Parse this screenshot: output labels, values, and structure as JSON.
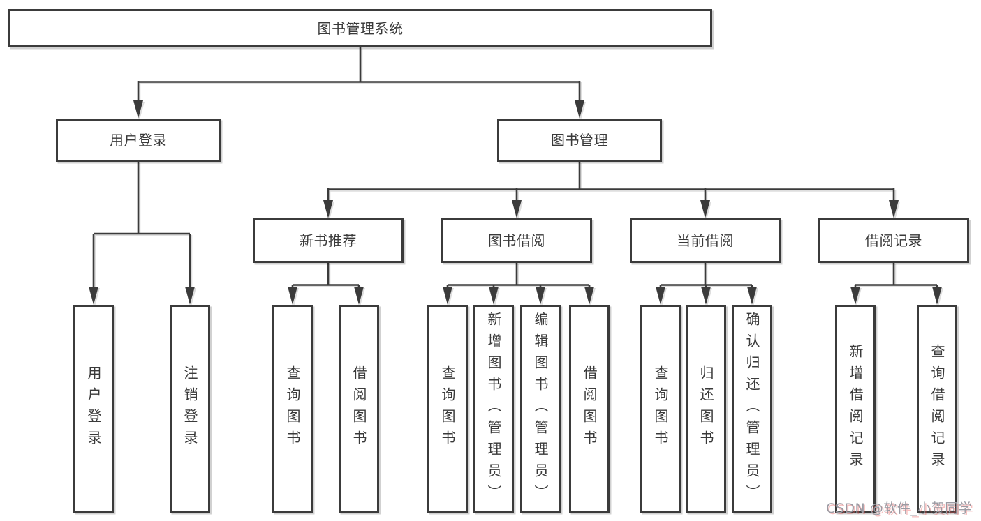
{
  "tree": {
    "root": "图书管理系统",
    "branches": {
      "user_login": {
        "label": "用户登录",
        "children": [
          "用户登录",
          "注销登录"
        ]
      },
      "book_mgmt": {
        "label": "图书管理",
        "sections": {
          "new_books": {
            "label": "新书推荐",
            "children": [
              "查询图书",
              "借阅图书"
            ]
          },
          "borrowing": {
            "label": "图书借阅",
            "children": [
              "查询图书",
              "新增图书（管理员）",
              "编辑图书（管理员）",
              "借阅图书"
            ]
          },
          "current": {
            "label": "当前借阅",
            "children": [
              "查询图书",
              "归还图书",
              "确认归还（管理员）"
            ]
          },
          "records": {
            "label": "借阅记录",
            "children": [
              "新增借阅记录",
              "查询借阅记录"
            ]
          }
        }
      }
    }
  },
  "watermark": "CSDN @软件_小贺同学",
  "colors": {
    "line": "#3b3b3b",
    "text": "#3a3a3a",
    "background": "#ffffff",
    "watermark": "#9b9ba3",
    "watermark_accent": "#e95353"
  }
}
